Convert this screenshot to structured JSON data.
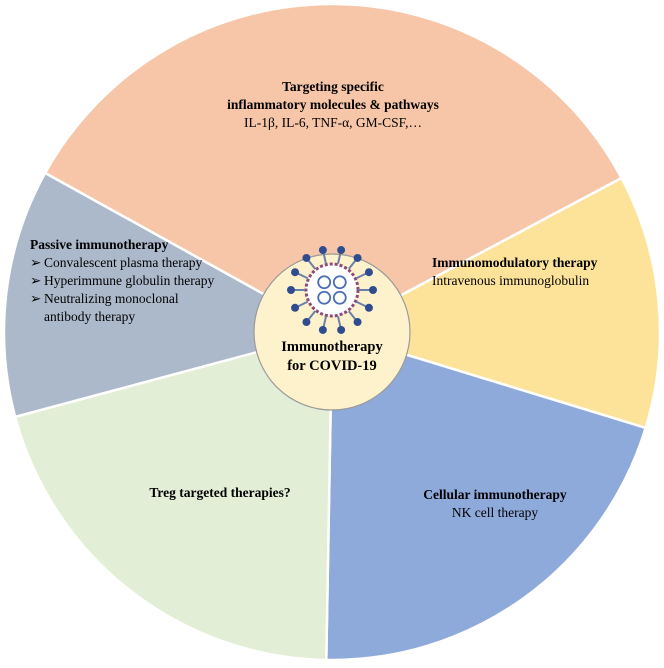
{
  "center": {
    "line1": "Immunotherapy",
    "line2": "for COVID-19"
  },
  "segments": {
    "top": {
      "title1": "Targeting specific",
      "title2": "inflammatory molecules & pathways",
      "detail": "IL-1β, IL-6, TNF-α, GM-CSF,…",
      "color": "#f7c6a8"
    },
    "right": {
      "title": "Immunomodulatory therapy",
      "detail": "Intravenous immunoglobulin",
      "color": "#fde39a"
    },
    "bottom_right": {
      "title": "Cellular immunotherapy",
      "detail": "NK cell therapy",
      "color": "#8eaadb"
    },
    "bottom_left": {
      "title": "Treg targeted therapies?",
      "color": "#e3eed6"
    },
    "left": {
      "title": "Passive immunotherapy",
      "items": [
        "Convalescent plasma therapy",
        "Hyperimmune globulin therapy",
        "Neutralizing monoclonal"
      ],
      "item_continuation": "antibody therapy",
      "bullet": "➢",
      "color": "#acb9ca"
    }
  },
  "icons": {
    "center_icon": "coronavirus-icon",
    "hub_color": "#fef2cc"
  }
}
